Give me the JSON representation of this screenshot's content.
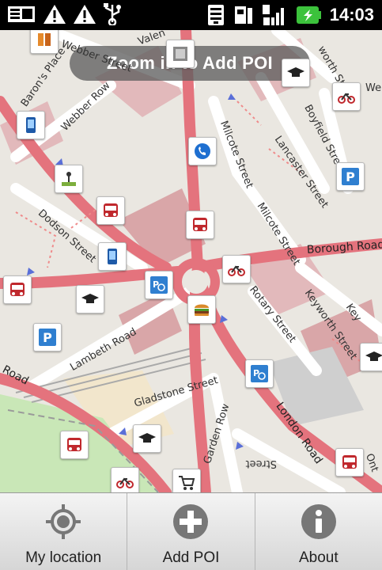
{
  "status_bar": {
    "time": "14:03",
    "left_icons": [
      "notification-icon",
      "warning-icon",
      "warning-icon",
      "usb-icon"
    ],
    "right_icons": [
      "wifi-icon",
      "sim-icon",
      "signal-icon",
      "battery-charging-icon"
    ]
  },
  "map": {
    "banner": "Zoom in to Add POI",
    "streets": {
      "webber_street": "Webber Street",
      "valentine": "Valen",
      "barons_place": "Baron's Place",
      "webber_row": "Webber Row",
      "milcote_street_1": "Milcote Street",
      "lancaster_street": "Lancaster Street",
      "boyfield_street": "Boyfield Street",
      "worth_street": "worth Street",
      "dodson_street": "Dodson Street",
      "milcote_street_2": "Milcote Street",
      "borough_road": "Borough Road",
      "rotary_street": "Rotary Street",
      "keyworth_street": "Keyworth Street",
      "key": "Key",
      "lambeth_road": "Lambeth Road",
      "road": "Road",
      "gladstone_street": "Gladstone Street",
      "garden_row": "Garden Row",
      "london_road": "London Road",
      "we": "We",
      "ont": "Ont",
      "street_upside": "Street"
    },
    "poi_icons": [
      "bookshop-icon",
      "mobile-phone-icon",
      "graduation-cap-icon",
      "bicycle-icon",
      "telephone-icon",
      "parking-icon",
      "hiking-icon",
      "bus-icon",
      "bus-icon",
      "mobile-phone-icon",
      "bus-icon",
      "bicycle-icon",
      "parking-icon",
      "graduation-cap-icon",
      "parking-bicycle-icon",
      "burger-icon",
      "parking-icon",
      "graduation-cap-icon",
      "parking-bicycle-icon",
      "bus-icon",
      "graduation-cap-icon",
      "bicycle-icon",
      "shopping-cart-icon",
      "bus-icon",
      "map-icon"
    ]
  },
  "menu": {
    "items": [
      {
        "label": "My location",
        "icon": "location-target-icon"
      },
      {
        "label": "Add POI",
        "icon": "plus-icon"
      },
      {
        "label": "About",
        "icon": "info-icon"
      }
    ]
  }
}
